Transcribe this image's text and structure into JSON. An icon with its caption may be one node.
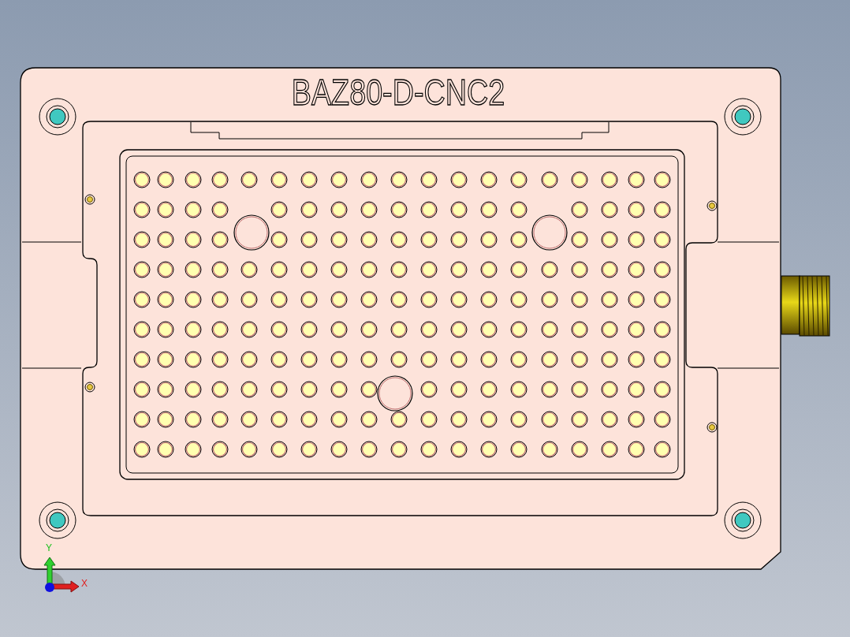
{
  "diagram": {
    "labels": [
      "BAZ80-D-CNC2",
      "Y",
      "X"
    ]
  }
}
